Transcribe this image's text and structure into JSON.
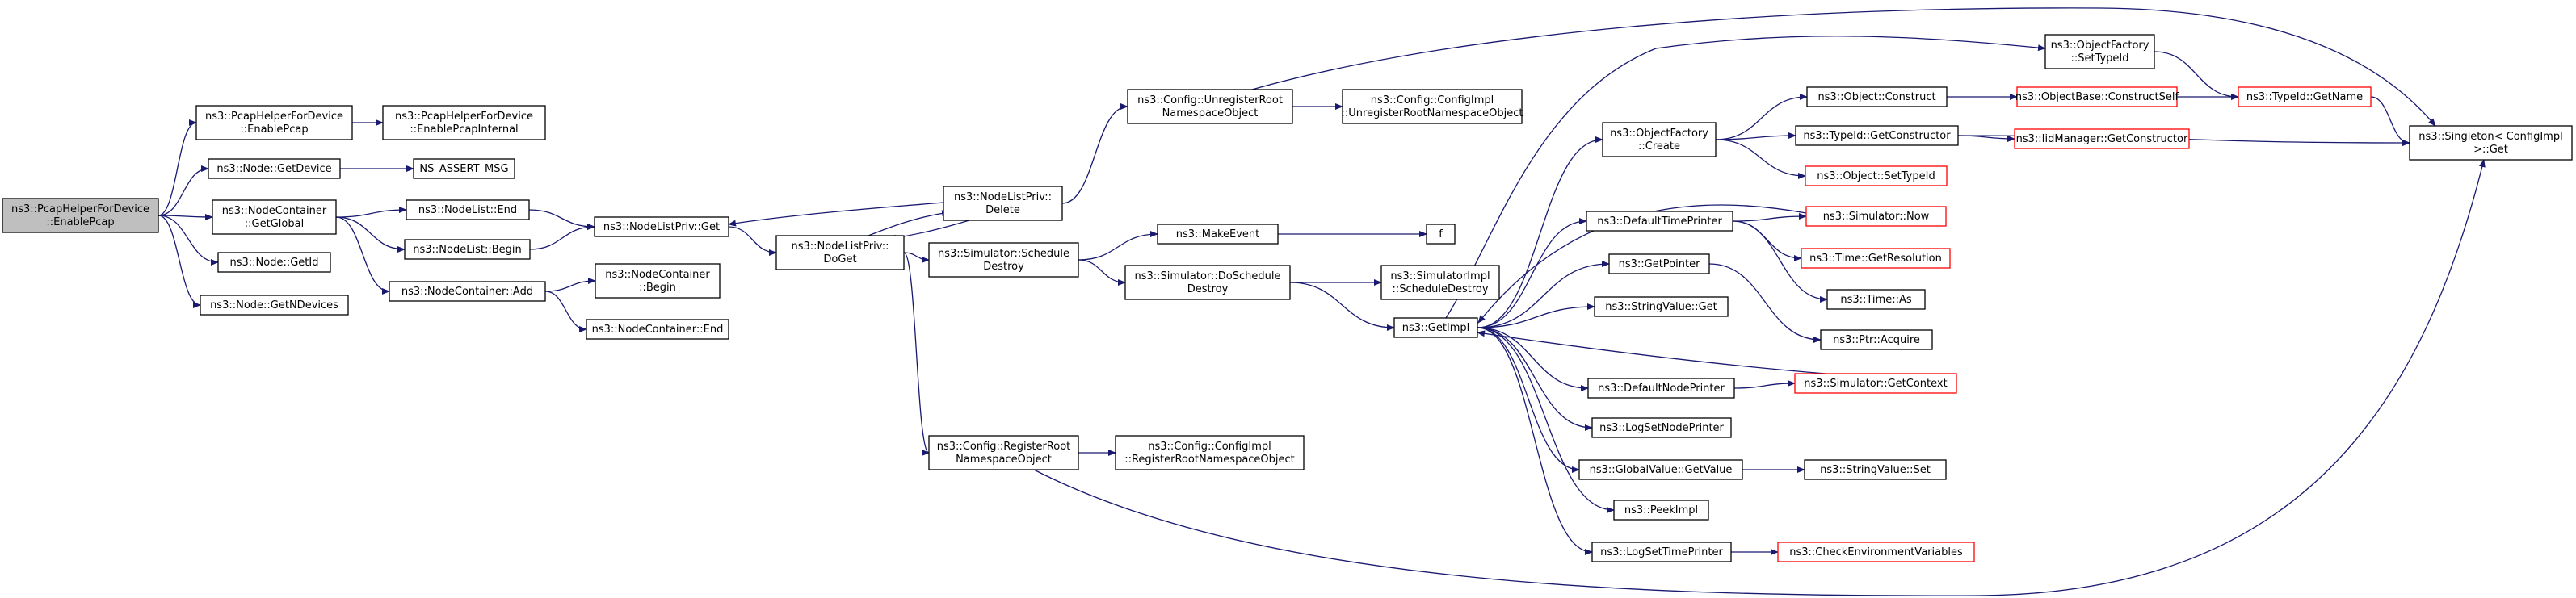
{
  "diagram": {
    "type": "call-graph",
    "colors": {
      "edge": "#191970",
      "root_fill": "#bfbfbf",
      "root_border": "#000000",
      "node_fill": "#ffffff",
      "node_border": "#000000",
      "truncated_border": "#ff0000"
    },
    "nodes": [
      {
        "id": "root",
        "lines": [
          "ns3::PcapHelperForDevice",
          "::EnablePcap"
        ],
        "style": "root"
      },
      {
        "id": "enablepcap2",
        "lines": [
          "ns3::PcapHelperForDevice",
          "::EnablePcap"
        ],
        "style": "normal"
      },
      {
        "id": "enablepcapinternal",
        "lines": [
          "ns3::PcapHelperForDevice",
          "::EnablePcapInternal"
        ],
        "style": "normal"
      },
      {
        "id": "getdevice",
        "lines": [
          "ns3::Node::GetDevice"
        ],
        "style": "normal"
      },
      {
        "id": "nsassert",
        "lines": [
          "NS_ASSERT_MSG"
        ],
        "style": "normal"
      },
      {
        "id": "getglobal",
        "lines": [
          "ns3::NodeContainer",
          "::GetGlobal"
        ],
        "style": "normal"
      },
      {
        "id": "nodelistend",
        "lines": [
          "ns3::NodeList::End"
        ],
        "style": "normal"
      },
      {
        "id": "nodelistbegin",
        "lines": [
          "ns3::NodeList::Begin"
        ],
        "style": "normal"
      },
      {
        "id": "nodecontaineradd",
        "lines": [
          "ns3::NodeContainer::Add"
        ],
        "style": "normal"
      },
      {
        "id": "ncbegin",
        "lines": [
          "ns3::NodeContainer",
          "::Begin"
        ],
        "style": "normal"
      },
      {
        "id": "ncend",
        "lines": [
          "ns3::NodeContainer::End"
        ],
        "style": "normal"
      },
      {
        "id": "getid",
        "lines": [
          "ns3::Node::GetId"
        ],
        "style": "normal"
      },
      {
        "id": "getndevices",
        "lines": [
          "ns3::Node::GetNDevices"
        ],
        "style": "normal"
      },
      {
        "id": "nlpget",
        "lines": [
          "ns3::NodeListPriv::Get"
        ],
        "style": "normal"
      },
      {
        "id": "nlpdoget",
        "lines": [
          "ns3::NodeListPriv::",
          "DoGet"
        ],
        "style": "normal"
      },
      {
        "id": "nlpdelete",
        "lines": [
          "ns3::NodeListPriv::",
          "Delete"
        ],
        "style": "normal"
      },
      {
        "id": "unregroot",
        "lines": [
          "ns3::Config::UnregisterRoot",
          "NamespaceObject"
        ],
        "style": "normal"
      },
      {
        "id": "implunreg",
        "lines": [
          "ns3::Config::ConfigImpl",
          "::UnregisterRootNamespaceObject"
        ],
        "style": "normal"
      },
      {
        "id": "schedestroy",
        "lines": [
          "ns3::Simulator::Schedule",
          "Destroy"
        ],
        "style": "normal"
      },
      {
        "id": "makeevent",
        "lines": [
          "ns3::MakeEvent"
        ],
        "style": "normal"
      },
      {
        "id": "f",
        "lines": [
          "f"
        ],
        "style": "normal"
      },
      {
        "id": "doschedestroy",
        "lines": [
          "ns3::Simulator::DoSchedule",
          "Destroy"
        ],
        "style": "normal"
      },
      {
        "id": "simimplsched",
        "lines": [
          "ns3::SimulatorImpl",
          "::ScheduleDestroy"
        ],
        "style": "normal"
      },
      {
        "id": "regroot",
        "lines": [
          "ns3::Config::RegisterRoot",
          "NamespaceObject"
        ],
        "style": "normal"
      },
      {
        "id": "implreg",
        "lines": [
          "ns3::Config::ConfigImpl",
          "::RegisterRootNamespaceObject"
        ],
        "style": "normal"
      },
      {
        "id": "getimpl",
        "lines": [
          "ns3::GetImpl"
        ],
        "style": "normal"
      },
      {
        "id": "ofcreate",
        "lines": [
          "ns3::ObjectFactory",
          "::Create"
        ],
        "style": "normal"
      },
      {
        "id": "ofsettypeid",
        "lines": [
          "ns3::ObjectFactory",
          "::SetTypeId"
        ],
        "style": "normal"
      },
      {
        "id": "objconstruct",
        "lines": [
          "ns3::Object::Construct"
        ],
        "style": "normal"
      },
      {
        "id": "constructself",
        "lines": [
          "ns3::ObjectBase::ConstructSelf"
        ],
        "style": "truncated"
      },
      {
        "id": "typeidgetname",
        "lines": [
          "ns3::TypeId::GetName"
        ],
        "style": "truncated"
      },
      {
        "id": "typeidgetctor",
        "lines": [
          "ns3::TypeId::GetConstructor"
        ],
        "style": "normal"
      },
      {
        "id": "iidmanager",
        "lines": [
          "ns3::IidManager::GetConstructor"
        ],
        "style": "truncated"
      },
      {
        "id": "objsettypeid",
        "lines": [
          "ns3::Object::SetTypeId"
        ],
        "style": "truncated"
      },
      {
        "id": "singleton",
        "lines": [
          "ns3::Singleton< ConfigImpl",
          ">::Get"
        ],
        "style": "normal"
      },
      {
        "id": "deftimeprinter",
        "lines": [
          "ns3::DefaultTimePrinter"
        ],
        "style": "normal"
      },
      {
        "id": "simnow",
        "lines": [
          "ns3::Simulator::Now"
        ],
        "style": "truncated"
      },
      {
        "id": "getresolution",
        "lines": [
          "ns3::Time::GetResolution"
        ],
        "style": "truncated"
      },
      {
        "id": "timeas",
        "lines": [
          "ns3::Time::As"
        ],
        "style": "normal"
      },
      {
        "id": "getpointer",
        "lines": [
          "ns3::GetPointer"
        ],
        "style": "normal"
      },
      {
        "id": "ptracquire",
        "lines": [
          "ns3::Ptr::Acquire"
        ],
        "style": "normal"
      },
      {
        "id": "stringvalueget",
        "lines": [
          "ns3::StringValue::Get"
        ],
        "style": "normal"
      },
      {
        "id": "defnodeprinter",
        "lines": [
          "ns3::DefaultNodePrinter"
        ],
        "style": "normal"
      },
      {
        "id": "simgetcontext",
        "lines": [
          "ns3::Simulator::GetContext"
        ],
        "style": "truncated"
      },
      {
        "id": "logsetnodeprinter",
        "lines": [
          "ns3::LogSetNodePrinter"
        ],
        "style": "normal"
      },
      {
        "id": "globalvaluegetvalue",
        "lines": [
          "ns3::GlobalValue::GetValue"
        ],
        "style": "normal"
      },
      {
        "id": "stringvalueset",
        "lines": [
          "ns3::StringValue::Set"
        ],
        "style": "normal"
      },
      {
        "id": "peekimpl",
        "lines": [
          "ns3::PeekImpl"
        ],
        "style": "normal"
      },
      {
        "id": "logsettimeprinter",
        "lines": [
          "ns3::LogSetTimePrinter"
        ],
        "style": "normal"
      },
      {
        "id": "checkenv",
        "lines": [
          "ns3::CheckEnvironmentVariables"
        ],
        "style": "truncated"
      }
    ],
    "edges": [
      [
        "root",
        "enablepcap2"
      ],
      [
        "root",
        "getdevice"
      ],
      [
        "root",
        "getglobal"
      ],
      [
        "root",
        "getid"
      ],
      [
        "root",
        "getndevices"
      ],
      [
        "enablepcap2",
        "enablepcapinternal"
      ],
      [
        "getdevice",
        "nsassert"
      ],
      [
        "getglobal",
        "nodelistend"
      ],
      [
        "getglobal",
        "nodelistbegin"
      ],
      [
        "getglobal",
        "nodecontaineradd"
      ],
      [
        "nodelistend",
        "nlpget"
      ],
      [
        "nodelistbegin",
        "nlpget"
      ],
      [
        "nodecontaineradd",
        "ncbegin"
      ],
      [
        "nodecontaineradd",
        "ncend"
      ],
      [
        "nlpget",
        "nlpdoget"
      ],
      [
        "nlpdoget",
        "nlpdelete"
      ],
      [
        "nlpdoget",
        "schedestroy"
      ],
      [
        "nlpdoget",
        "regroot"
      ],
      [
        "nlpdelete",
        "nlpdoget"
      ],
      [
        "nlpdelete",
        "nlpget"
      ],
      [
        "nlpdelete",
        "unregroot"
      ],
      [
        "unregroot",
        "implunreg"
      ],
      [
        "unregroot",
        "singleton"
      ],
      [
        "schedestroy",
        "makeevent"
      ],
      [
        "schedestroy",
        "doschedestroy"
      ],
      [
        "makeevent",
        "f"
      ],
      [
        "doschedestroy",
        "simimplsched"
      ],
      [
        "doschedestroy",
        "getimpl"
      ],
      [
        "regroot",
        "implreg"
      ],
      [
        "regroot",
        "singleton"
      ],
      [
        "getimpl",
        "ofcreate"
      ],
      [
        "getimpl",
        "deftimeprinter"
      ],
      [
        "getimpl",
        "getpointer"
      ],
      [
        "getimpl",
        "stringvalueget"
      ],
      [
        "getimpl",
        "defnodeprinter"
      ],
      [
        "getimpl",
        "logsetnodeprinter"
      ],
      [
        "getimpl",
        "globalvaluegetvalue"
      ],
      [
        "getimpl",
        "peekimpl"
      ],
      [
        "getimpl",
        "logsettimeprinter"
      ],
      [
        "getimpl",
        "ofsettypeid"
      ],
      [
        "ofcreate",
        "objconstruct"
      ],
      [
        "ofcreate",
        "typeidgetctor"
      ],
      [
        "ofcreate",
        "objsettypeid"
      ],
      [
        "ofsettypeid",
        "typeidgetname"
      ],
      [
        "objconstruct",
        "constructself"
      ],
      [
        "constructself",
        "typeidgetname"
      ],
      [
        "typeidgetname",
        "singleton"
      ],
      [
        "typeidgetctor",
        "iidmanager"
      ],
      [
        "typeidgetctor",
        "singleton"
      ],
      [
        "deftimeprinter",
        "simnow"
      ],
      [
        "deftimeprinter",
        "getresolution"
      ],
      [
        "deftimeprinter",
        "timeas"
      ],
      [
        "simnow",
        "getimpl"
      ],
      [
        "getpointer",
        "ptracquire"
      ],
      [
        "defnodeprinter",
        "simgetcontext"
      ],
      [
        "simgetcontext",
        "getimpl"
      ],
      [
        "globalvaluegetvalue",
        "stringvalueset"
      ],
      [
        "logsettimeprinter",
        "checkenv"
      ]
    ]
  }
}
